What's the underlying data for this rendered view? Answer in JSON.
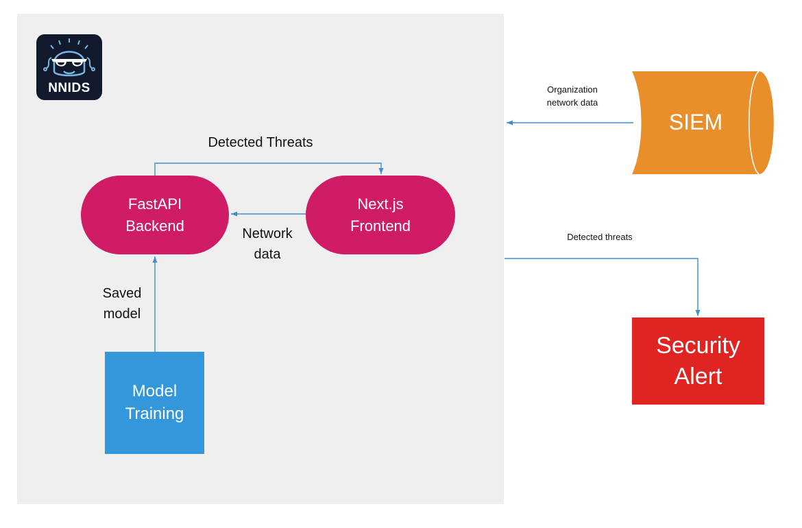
{
  "logo": {
    "text": "NNIDS",
    "bg_color": "#101a2c",
    "accent_color": "#79b6e6"
  },
  "nodes": {
    "fastapi": "FastAPI\nBackend",
    "nextjs": "Next.js\nFrontend",
    "model_training": "Model\nTraining",
    "siem": "SIEM",
    "security_alert": "Security\nAlert"
  },
  "edge_labels": {
    "detected_threats_internal": "Detected Threats",
    "network_data": "Network\ndata",
    "saved_model": "Saved\nmodel",
    "organization_network_data": "Organization\nnetwork data",
    "detected_threats_external": "Detected threats"
  },
  "colors": {
    "pill": "#d01b66",
    "model_training": "#3497dc",
    "siem": "#e88f2b",
    "security_alert": "#df2421",
    "panel": "#efefef",
    "arrow": "#3d8fcf"
  }
}
